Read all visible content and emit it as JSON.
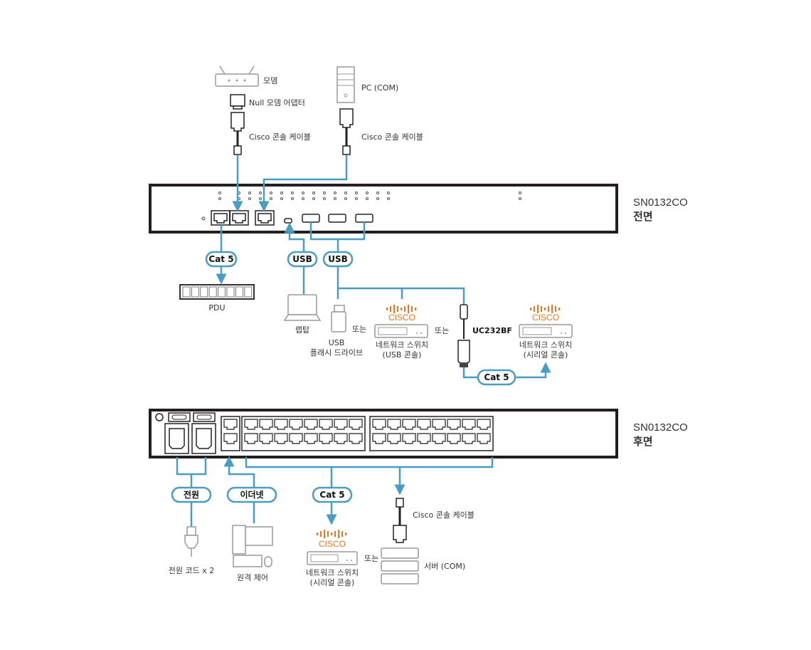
{
  "front": {
    "device": "SN0132CO",
    "side": "전면",
    "modem": "모뎀",
    "null_modem": "Null 모뎀 어댑터",
    "cisco_cable_1": "Cisco 콘솔 케이블",
    "pc": "PC (COM)",
    "cisco_cable_2": "Cisco 콘솔 케이블",
    "pill_cat5": "Cat 5",
    "pill_usb_1": "USB",
    "pill_usb_2": "USB",
    "pdu": "PDU",
    "laptop": "랩탑",
    "usb_flash_1": "USB",
    "usb_flash_2": "플래시 드라이브",
    "or_1": "또는",
    "cisco_logo_1": "CISCO",
    "switch_usb_1": "네트워크 스위치",
    "switch_usb_2": "(USB 콘솔)",
    "or_2": "또는",
    "uc232": "UC232BF",
    "cisco_logo_2": "CISCO",
    "switch_serial_1": "네트워크 스위치",
    "switch_serial_2": "(시리얼 콘솔)",
    "pill_cat5_b": "Cat 5"
  },
  "rear": {
    "device": "SN0132CO",
    "side": "후면",
    "pill_power": "전원",
    "pill_ethernet": "이더넷",
    "pill_cat5": "Cat 5",
    "power_cord": "전원 코드 x 2",
    "remote": "원격 제어",
    "cisco_logo": "CISCO",
    "switch_1": "네트워크 스위치",
    "switch_2": "(시리얼 콘솔)",
    "or": "또는",
    "cisco_cable": "Cisco 콘솔 케이블",
    "server": "서버 (COM)"
  },
  "colors": {
    "wire": "#4a9cc0",
    "cisco": "#e87722"
  }
}
